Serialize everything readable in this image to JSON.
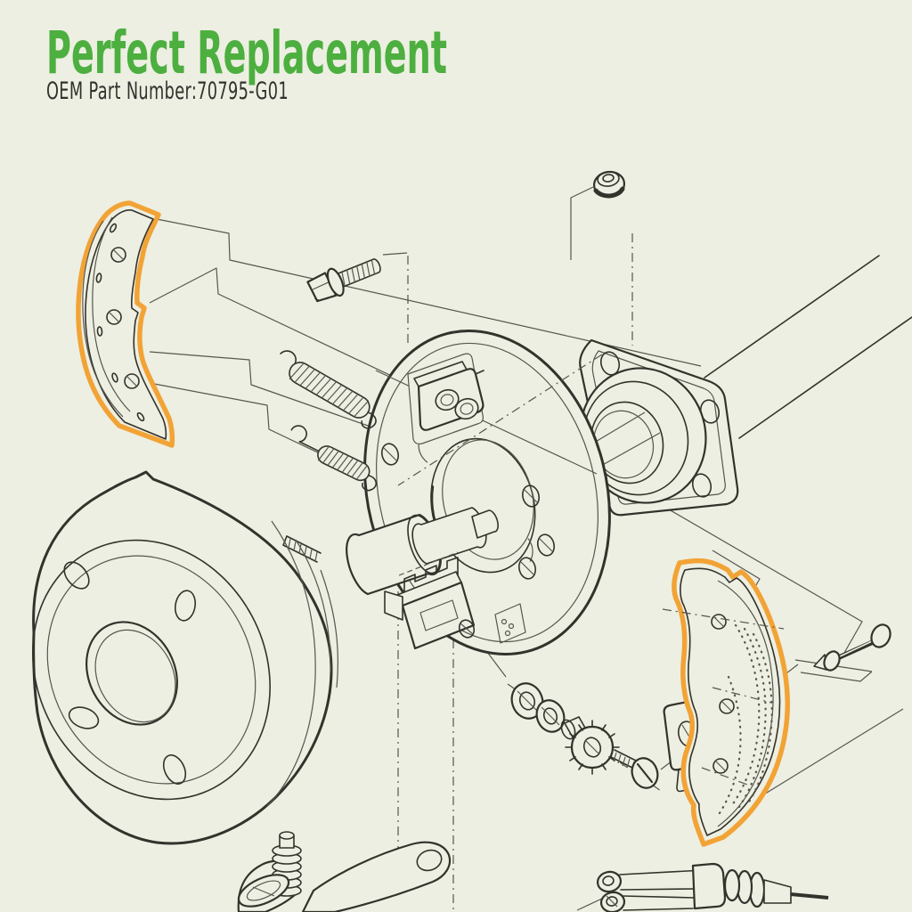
{
  "header": {
    "title": "Perfect Replacement",
    "subtitle": "OEM Part Number:70795-G01"
  },
  "colors": {
    "background": "#edefe2",
    "accent": "#4caf3f",
    "text": "#31312d",
    "ink": "#33322c",
    "line": "#57564e",
    "highlight": "#f2a336"
  },
  "diagram": {
    "type": "exploded-parts-diagram",
    "highlighted_parts": [
      "brake-shoe-upper-left",
      "brake-shoe-lower-right"
    ],
    "parts": [
      "brake-shoe-upper-left",
      "brake-shoe-lower-right",
      "brake-drum",
      "backing-plate",
      "wheel-cylinder",
      "axle-flange-housing",
      "axle-tube",
      "hub-nut",
      "flange-bolt",
      "return-spring-upper",
      "return-spring-lower",
      "axle-shaft-hub",
      "adjuster-anchor-block",
      "adjuster-washers",
      "star-adjuster-wheel",
      "adjuster-screw",
      "retainer-clip",
      "anchor-pin",
      "brake-cam-lever",
      "cable-clevis"
    ]
  }
}
